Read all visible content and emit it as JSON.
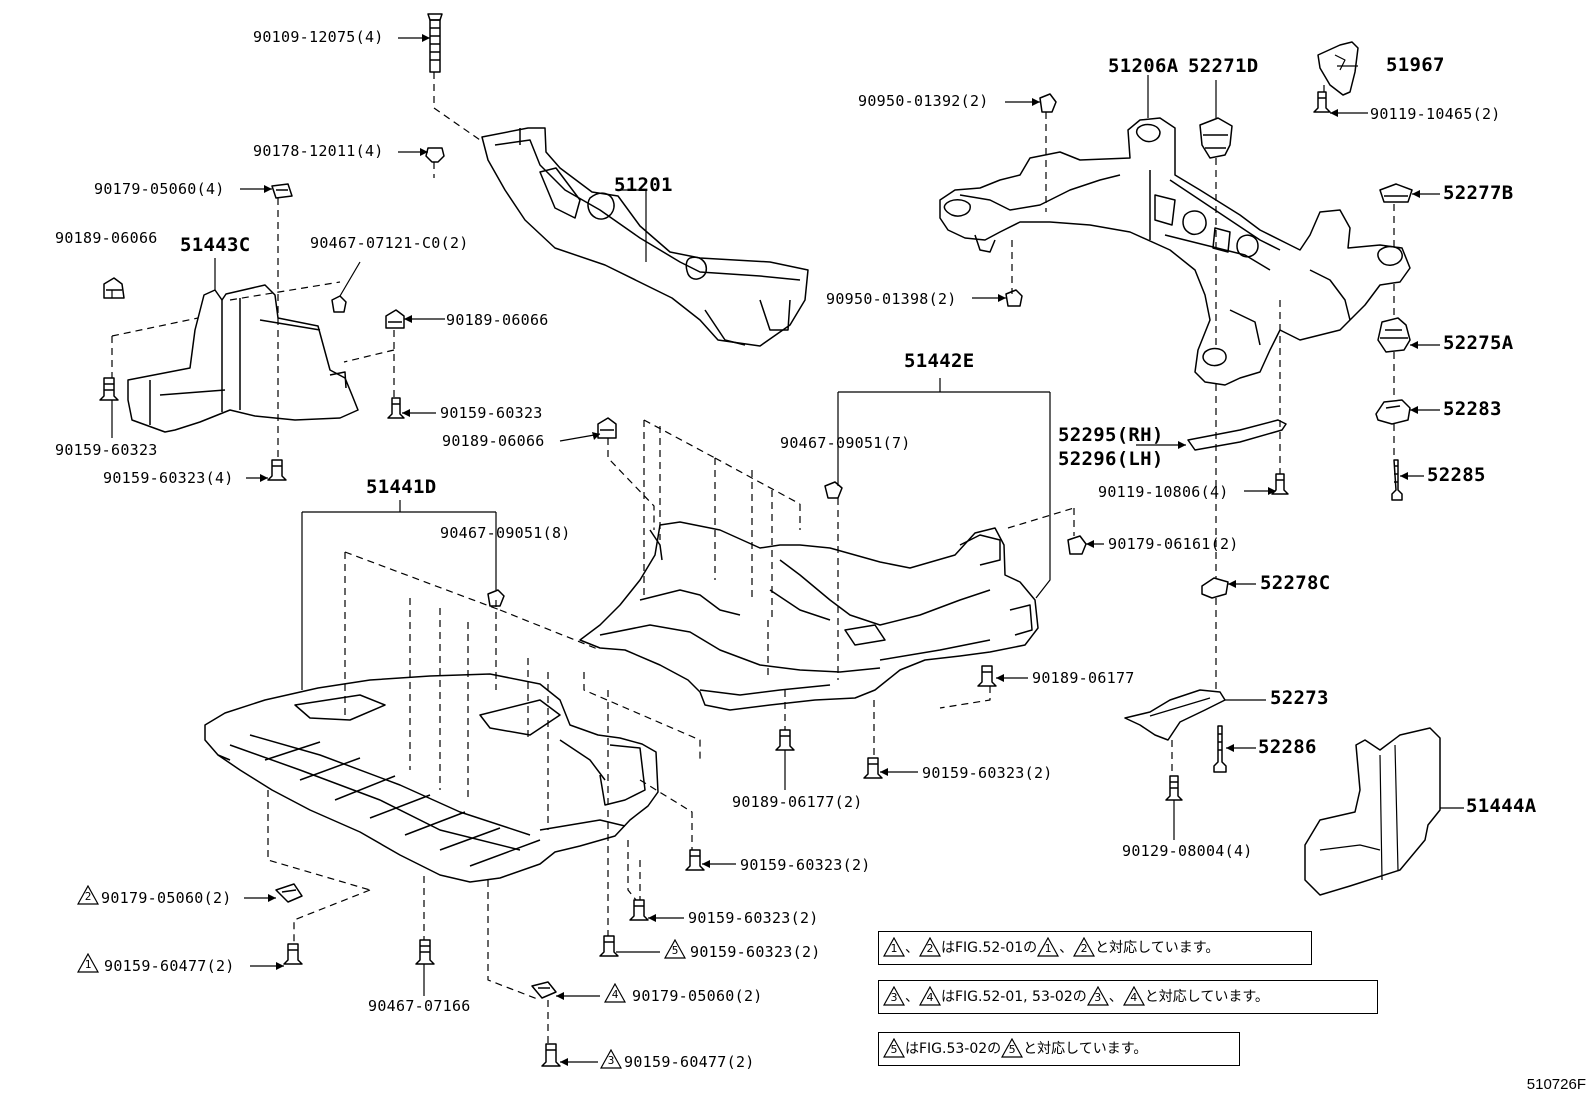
{
  "labels": {
    "l1": "90109-12075(4)",
    "l2": "90178-12011(4)",
    "l3": "90179-05060(4)",
    "l4": "90189-06066",
    "l5": "51443C",
    "l6": "90467-07121-C0(2)",
    "l7": "90189-06066",
    "l8": "90159-60323",
    "l9": "90159-60323",
    "l10": "90159-60323(4)",
    "l11": "51201",
    "l12": "90189-06066",
    "l13": "51441D",
    "l14": "90467-09051(8)",
    "l15": "51442E",
    "l16": "90467-09051(7)",
    "l17": "51206A",
    "l18": "52271D",
    "l19": "51967",
    "l20": "90950-01392(2)",
    "l21": "90119-10465(2)",
    "l22": "52277B",
    "l23": "90950-01398(2)",
    "l24": "52275A",
    "l25": "52283",
    "l26": "52295(RH)",
    "l27": "52296(LH)",
    "l28": "52285",
    "l29": "90119-10806(4)",
    "l30": "90179-06161(2)",
    "l31": "52278C",
    "l32": "90189-06177",
    "l33": "52273",
    "l34": "52286",
    "l35": "51444A",
    "l36": "90189-06177(2)",
    "l37": "90159-60323(2)",
    "l38": "90159-60323(2)",
    "l39": "90159-60323(2)",
    "l40": "90159-60323(2)",
    "l41": "90179-05060(2)",
    "l42": "90159-60477(2)",
    "l43": "90467-07166",
    "l44": "90179-05060(2)",
    "l45": "90159-60477(2)",
    "l46": "90129-08004(4)"
  },
  "tri_marks": {
    "t1": "2",
    "t2": "1",
    "t3": "4",
    "t4": "3",
    "t5": "5"
  },
  "notes": {
    "n1": {
      "a": "1",
      "sep": "、",
      "b": "2",
      "text1": "はFIG.52-01の",
      "c": "1",
      "sep2": "、",
      "d": "2",
      "text2": "と対応しています。"
    },
    "n2": {
      "a": "3",
      "sep": "、",
      "b": "4",
      "text1": "はFIG.52-01, 53-02の",
      "c": "3",
      "sep2": "、",
      "d": "4",
      "text2": "と対応しています。"
    },
    "n3": {
      "a": "5",
      "text1": "はFIG.53-02の",
      "c": "5",
      "text2": "と対応しています。"
    }
  },
  "diagram_id": "510726F"
}
